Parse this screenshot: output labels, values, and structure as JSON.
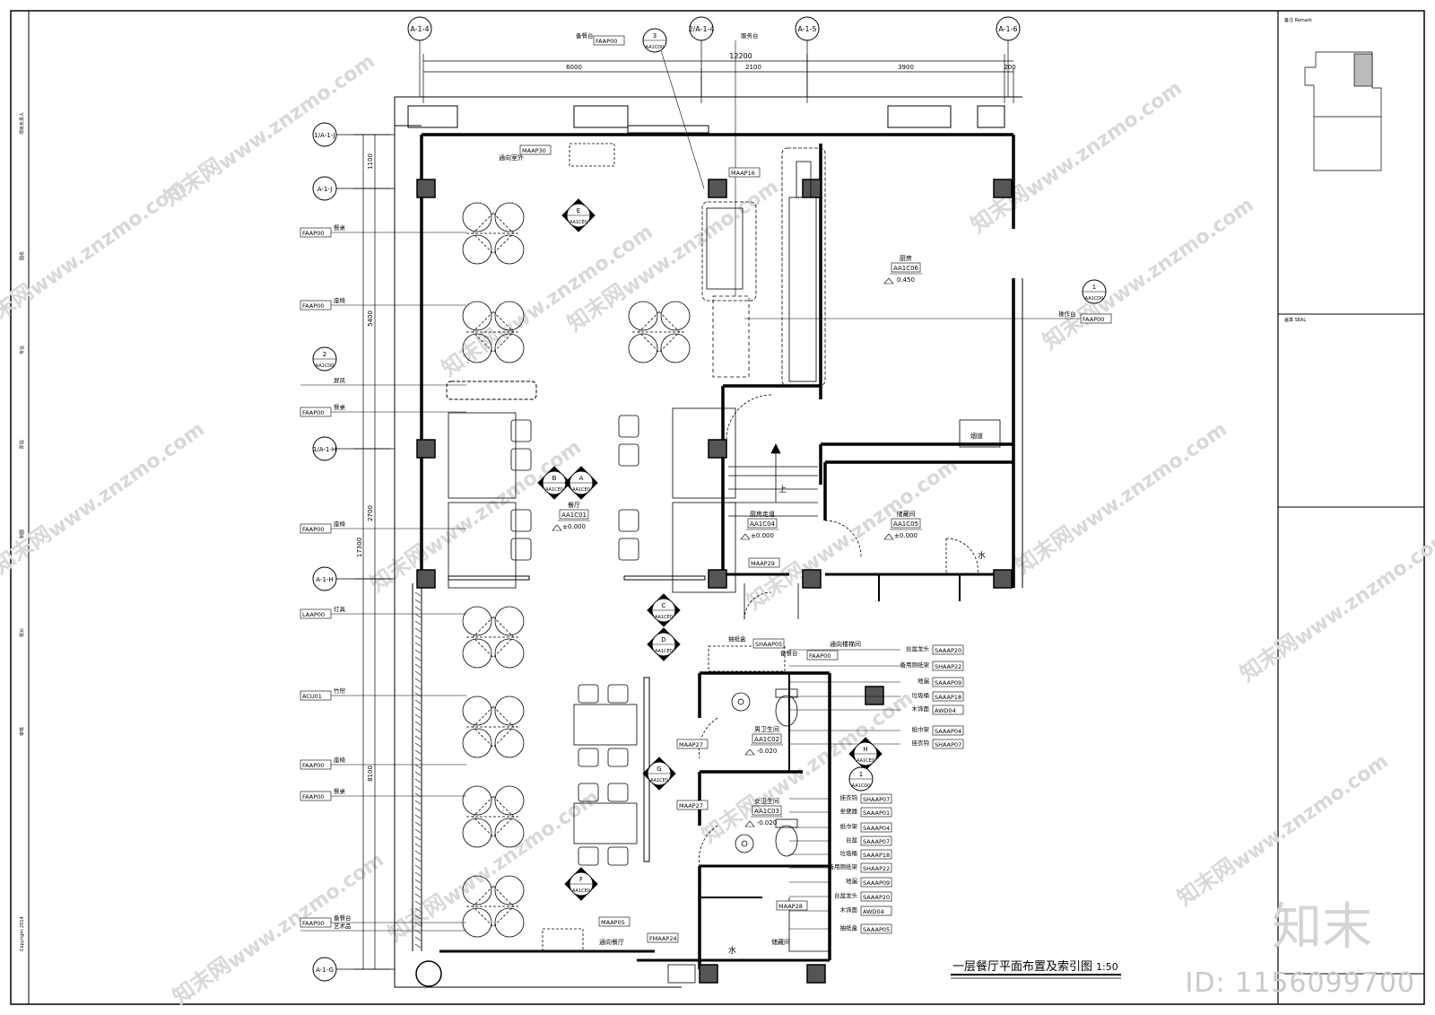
{
  "drawing": {
    "title": "一层餐厅平面布置及索引图",
    "scale": "1:50"
  },
  "grid_top": [
    "A-1-4",
    "2/A-1-4",
    "A-1-5",
    "A-1-6"
  ],
  "grid_left": [
    "1/A-1-J",
    "A-1-J",
    "1/A-1-H",
    "A-1-H",
    "A-1-G"
  ],
  "dims_top": {
    "total": "12200",
    "segs": [
      "6000",
      "2100",
      "3900",
      "200"
    ]
  },
  "dims_left": {
    "total": "17300",
    "segs": [
      "1100",
      "5400",
      "2700",
      "8100"
    ]
  },
  "rooms": [
    {
      "name": "餐厅",
      "code": "AA1C01",
      "level": "±0.000"
    },
    {
      "name": "厨房",
      "code": "AA1C06",
      "level": "0.450"
    },
    {
      "name": "厨房走道",
      "code": "AA1C04",
      "level": "±0.000"
    },
    {
      "name": "储藏间",
      "code": "AA1C05",
      "level": "±0.000"
    },
    {
      "name": "男卫生间",
      "code": "AA1C02",
      "level": "-0.020"
    },
    {
      "name": "女卫生间",
      "code": "AA1C03",
      "level": "-0.020"
    }
  ],
  "misc_labels": {
    "stair_up": "上",
    "flue": "烟道",
    "water1": "水",
    "water2": "水",
    "to_outdoor": "通向室外",
    "to_stair": "通向楼梯间",
    "to_dining": "通向餐厅",
    "storage_bottom": "储藏间"
  },
  "left_callouts": [
    {
      "code": "FAAP00",
      "label": "餐桌"
    },
    {
      "code": "FAAP00",
      "label": "座椅"
    },
    {
      "code": "",
      "label": "屏风"
    },
    {
      "code": "FAAP00",
      "label": "餐桌"
    },
    {
      "code": "FAAP00",
      "label": "座椅"
    },
    {
      "code": "LAAP00",
      "label": "灯具"
    },
    {
      "code": "ACU01",
      "label": "竹帘"
    },
    {
      "code": "FAAP00",
      "label": "座椅"
    },
    {
      "code": "FAAP00",
      "label": "餐桌"
    },
    {
      "code": "FAAP00",
      "label": "备餐台"
    },
    {
      "code": "",
      "label": "艺术品"
    }
  ],
  "top_callouts": [
    {
      "code": "FAAP00",
      "label": "备餐台"
    },
    {
      "code": "",
      "label": "服务台"
    },
    {
      "code": "MAAP30",
      "label": ""
    },
    {
      "code": "MAAP16",
      "label": ""
    }
  ],
  "right_callouts": [
    {
      "code": "FAAP00",
      "label": "操作台"
    }
  ],
  "men_wc_callouts": [
    {
      "code": "SAAAP20",
      "label": "台盆龙头"
    },
    {
      "code": "SHAAP22",
      "label": "备用厕纸架"
    },
    {
      "code": "SAAAP09",
      "label": "地漏"
    },
    {
      "code": "SAAAP18",
      "label": "垃圾桶"
    },
    {
      "code": "AWD04",
      "label": "木饰面"
    },
    {
      "code": "SAAAP04",
      "label": "纸巾架"
    },
    {
      "code": "SHAAP07",
      "label": "挂衣钩"
    }
  ],
  "women_wc_callouts": [
    {
      "code": "SHAAP07",
      "label": "挂衣钩"
    },
    {
      "code": "SAAAP01",
      "label": "坐便器"
    },
    {
      "code": "SAAAP04",
      "label": "纸巾架"
    },
    {
      "code": "SAAAP07",
      "label": "台盆"
    },
    {
      "code": "SAAAP18",
      "label": "垃圾桶"
    },
    {
      "code": "SHAAP22",
      "label": "备用厕纸架"
    },
    {
      "code": "SAAAP09",
      "label": "地漏"
    },
    {
      "code": "SAAAP20",
      "label": "台盆龙头"
    },
    {
      "code": "AWD04",
      "label": "木饰面"
    },
    {
      "code": "SAAAP05",
      "label": "抽纸盒"
    }
  ],
  "mid_codes": [
    "SHAAP05",
    "FAAP00",
    "MAAP29",
    "MAAP27",
    "MAAP27",
    "MAAP28",
    "MAAP05",
    "FMAAP24"
  ],
  "mid_labels": [
    "抽纸盒",
    "备餐台"
  ],
  "elevation_marks": [
    "E",
    "B",
    "A",
    "C",
    "D",
    "G",
    "F",
    "H"
  ],
  "elev_sheet": "AA1CE0",
  "detail_marks": [
    "3",
    "2",
    "1",
    "1"
  ],
  "detail_sheet": "AA1CD0",
  "title_block": {
    "remark": "备注 Remark",
    "seal": "盖章 SEAL"
  },
  "left_strip": [
    "项目负责人",
    "图名",
    "专业",
    "阶段",
    "制图",
    "校对",
    "审核",
    "Copyright 2014"
  ],
  "watermark": {
    "site": "www.znzmo.com",
    "brand": "知末网",
    "logo": "知末",
    "id": "ID: 1156099700"
  },
  "colors": {
    "line": "#000000",
    "column": "#555555",
    "watermark": "#d8d8d8"
  }
}
